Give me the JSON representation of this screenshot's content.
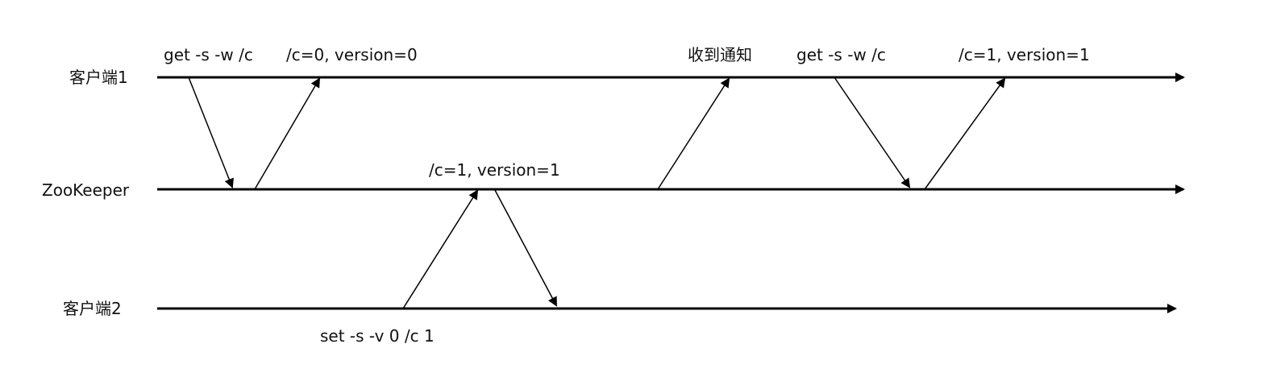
{
  "diagram": {
    "lanes": [
      {
        "id": "c1",
        "label": "客户端1"
      },
      {
        "id": "zk",
        "label": "ZooKeeper"
      },
      {
        "id": "c2",
        "label": "客户端2"
      }
    ],
    "annotations": {
      "c1_get1": "get -s -w /c",
      "c1_resp1": "/c=0, version=0",
      "c1_notify": "收到通知",
      "c1_get2": "get -s -w /c",
      "c1_resp2": "/c=1, version=1",
      "zk_state": "/c=1, version=1",
      "c2_set": "set -s -v 0  /c 1"
    },
    "colors": {
      "line": "#000000",
      "text": "#111111",
      "background": "#ffffff"
    }
  }
}
